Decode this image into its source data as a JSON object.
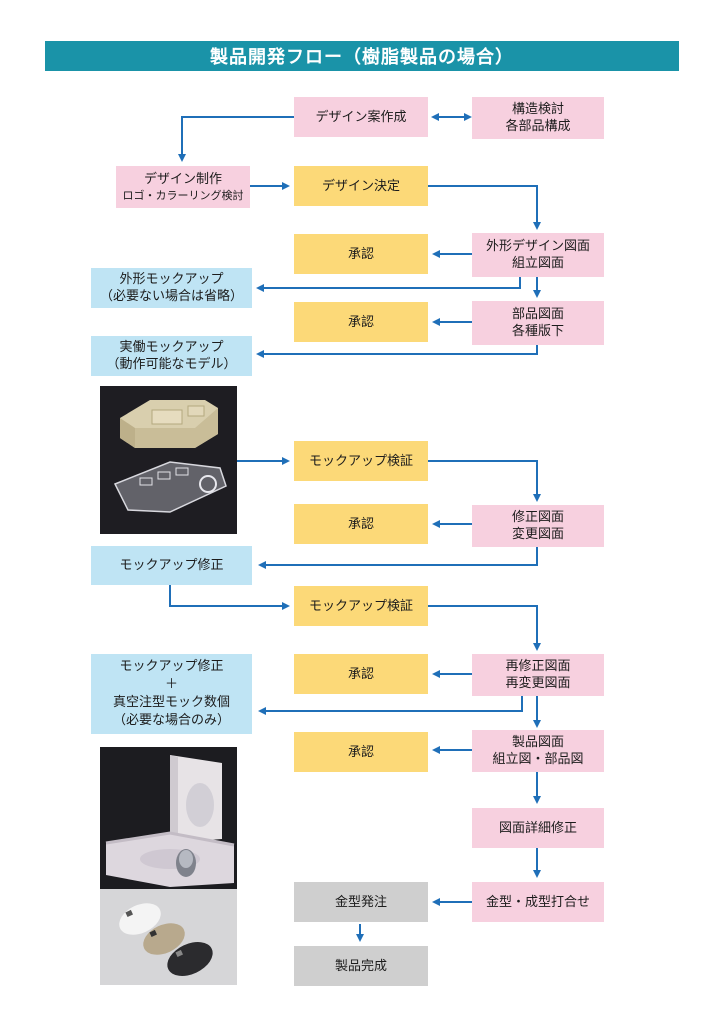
{
  "title": "製品開発フロー（樹脂製品の場合）",
  "boxes": {
    "design_plan": "デザイン案作成",
    "structure_1": "構造検討",
    "structure_2": "各部品構成",
    "design_make_1": "デザイン制作",
    "design_make_2": "ロゴ・カラーリング検討",
    "design_decide": "デザイン決定",
    "approve_1": "承認",
    "exterior_drawing_1": "外形デザイン図面",
    "exterior_drawing_2": "組立図面",
    "exterior_mock_1": "外形モックアップ",
    "exterior_mock_2": "（必要ない場合は省略）",
    "approve_2": "承認",
    "parts_drawing_1": "部品図面",
    "parts_drawing_2": "各種版下",
    "working_mock_1": "実働モックアップ",
    "working_mock_2": "（動作可能なモデル）",
    "mock_verify_1": "モックアップ検証",
    "approve_3": "承認",
    "revised_drawing_1": "修正図面",
    "revised_drawing_2": "変更図面",
    "mock_fix_1": "モックアップ修正",
    "mock_verify_2": "モックアップ検証",
    "mock_fix2_1": "モックアップ修正",
    "mock_fix2_2": "＋",
    "mock_fix2_3": "真空注型モック数個",
    "mock_fix2_4": "（必要な場合のみ）",
    "approve_4": "承認",
    "re_revised_1": "再修正図面",
    "re_revised_2": "再変更図面",
    "approve_5": "承認",
    "product_drawing_1": "製品図面",
    "product_drawing_2": "組立図・部品図",
    "detail_fix": "図面詳細修正",
    "mold_meeting": "金型・成型打合せ",
    "mold_order": "金型発注",
    "product_done": "製品完成"
  },
  "colors": {
    "title_bar": "#1a93a8",
    "pink": "#f7d0df",
    "yellow": "#fcd978",
    "blue": "#bfe4f4",
    "gray": "#cfcfcf",
    "arrow": "#1f6fb8"
  }
}
